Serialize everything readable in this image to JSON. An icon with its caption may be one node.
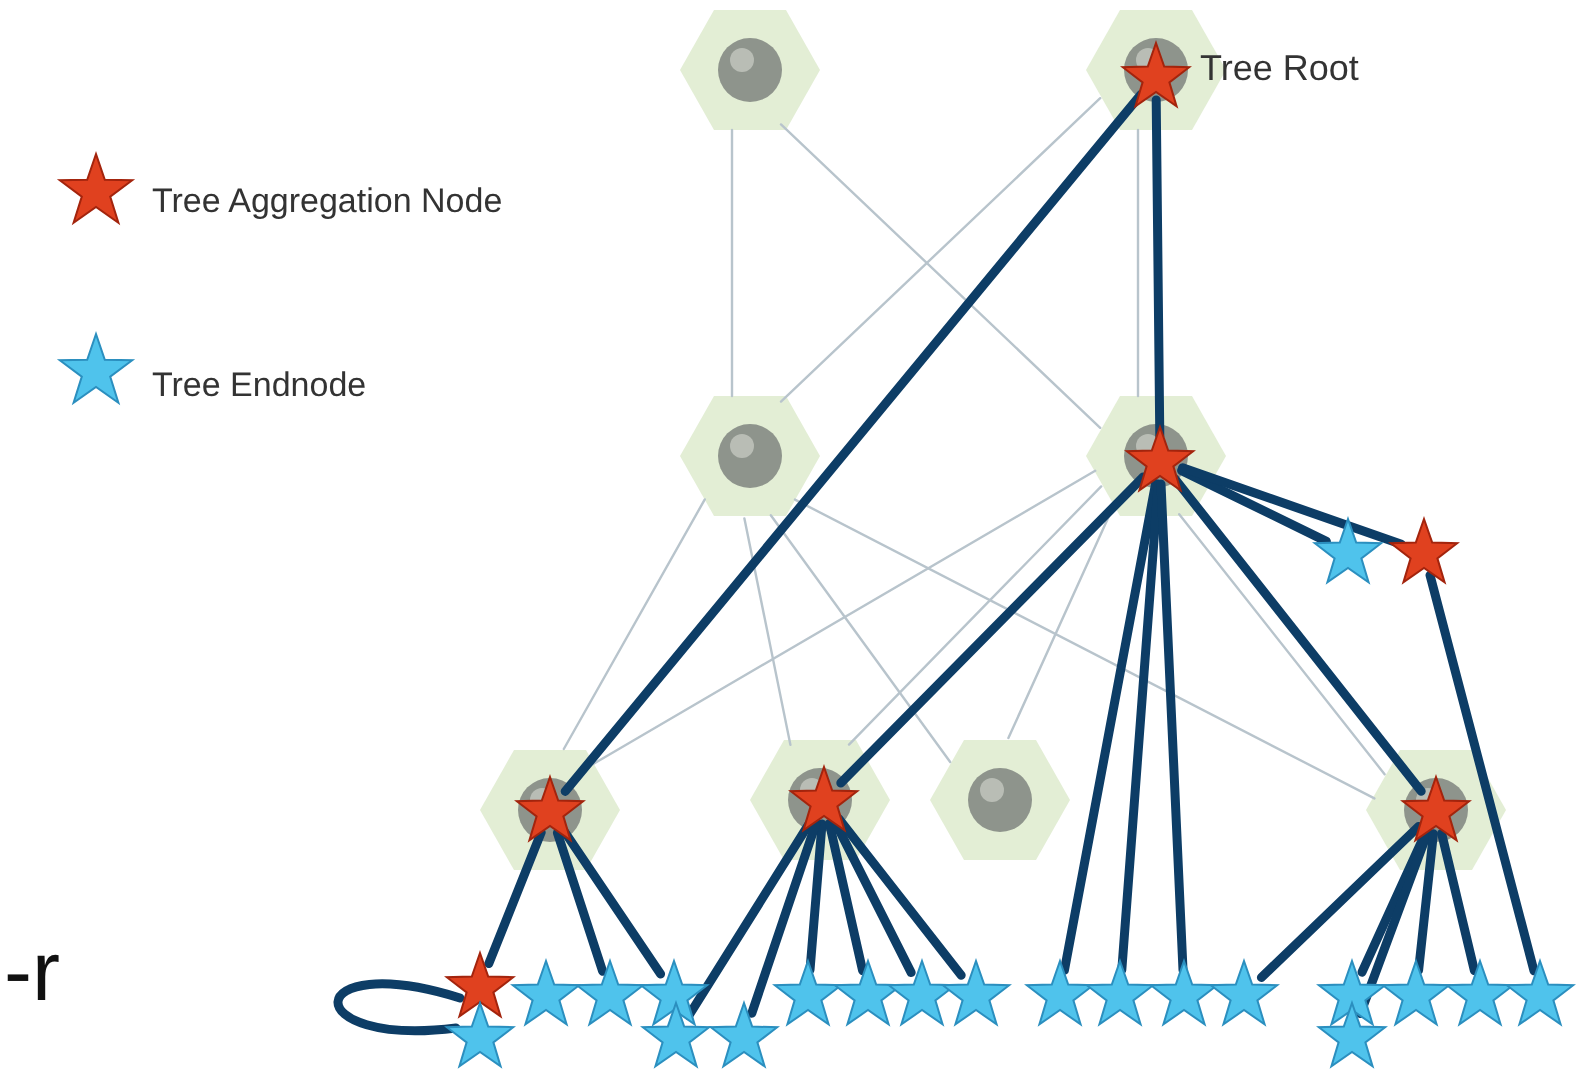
{
  "diagram": {
    "nodes": [
      {
        "text": [],
        "shape": "hexagon"
      },
      {
        "text": [],
        "shape": "hexagon"
      },
      {
        "text": [],
        "shape": "star",
        "in": 1,
        "beside": [
          "Tree Root"
        ]
      },
      {
        "text": [],
        "shape": "hexagon"
      },
      {
        "text": [],
        "shape": "hexagon"
      },
      {
        "text": [],
        "shape": "star",
        "in": 4
      },
      {
        "text": [],
        "shape": "star"
      },
      {
        "text": [],
        "shape": "star"
      },
      {
        "text": [],
        "shape": "hexagon"
      },
      {
        "text": [],
        "shape": "star",
        "in": 8
      },
      {
        "text": [],
        "shape": "hexagon"
      },
      {
        "text": [],
        "shape": "star",
        "in": 10
      },
      {
        "text": [],
        "shape": "hexagon"
      },
      {
        "text": [],
        "shape": "hexagon"
      },
      {
        "text": [],
        "shape": "star",
        "in": 13
      },
      {
        "text": [],
        "shape": "star"
      },
      {
        "text": [],
        "shape": "star"
      },
      {
        "text": [],
        "shape": "star"
      },
      {
        "text": [],
        "shape": "star"
      },
      {
        "text": [],
        "shape": "star"
      },
      {
        "text": [],
        "shape": "star"
      },
      {
        "text": [],
        "shape": "star"
      },
      {
        "text": [],
        "shape": "star"
      },
      {
        "text": [],
        "shape": "star"
      },
      {
        "text": [],
        "shape": "star"
      },
      {
        "text": [],
        "shape": "star"
      },
      {
        "text": [],
        "shape": "star"
      },
      {
        "text": [],
        "shape": "star"
      },
      {
        "text": [],
        "shape": "star"
      },
      {
        "text": [],
        "shape": "star"
      },
      {
        "text": [],
        "shape": "star"
      },
      {
        "text": [],
        "shape": "star"
      },
      {
        "text": [],
        "shape": "star"
      },
      {
        "text": [],
        "shape": "star"
      },
      {
        "text": [],
        "shape": "star"
      }
    ],
    "edges": [
      {
        "from": 0,
        "to": 3,
        "arrow": "none",
        "color": "#b8c4cc"
      },
      {
        "from": 0,
        "to": 4,
        "arrow": "none",
        "color": "#b8c4cc"
      },
      {
        "from": 1,
        "to": 3,
        "arrow": "none",
        "color": "#b8c4cc"
      },
      {
        "from": 1,
        "to": 4,
        "arrow": "none",
        "color": "#b8c4cc"
      },
      {
        "from": 3,
        "to": 8,
        "arrow": "none",
        "color": "#b8c4cc"
      },
      {
        "from": 3,
        "to": 10,
        "arrow": "none",
        "color": "#b8c4cc"
      },
      {
        "from": 3,
        "to": 12,
        "arrow": "none",
        "color": "#b8c4cc"
      },
      {
        "from": 3,
        "to": 13,
        "arrow": "none",
        "color": "#b8c4cc"
      },
      {
        "from": 4,
        "to": 8,
        "arrow": "none",
        "color": "#b8c4cc"
      },
      {
        "from": 4,
        "to": 10,
        "arrow": "none",
        "color": "#b8c4cc"
      },
      {
        "from": 4,
        "to": 12,
        "arrow": "none",
        "color": "#b8c4cc"
      },
      {
        "from": 4,
        "to": 13,
        "arrow": "none",
        "color": "#b8c4cc"
      },
      {
        "from": 2,
        "to": 9,
        "arrow": "none"
      },
      {
        "from": 2,
        "to": 5,
        "arrow": "none"
      },
      {
        "from": 5,
        "to": 11,
        "arrow": "none"
      },
      {
        "from": 5,
        "to": 26,
        "arrow": "none"
      },
      {
        "from": 5,
        "to": 27,
        "arrow": "none"
      },
      {
        "from": 5,
        "to": 28,
        "arrow": "none"
      },
      {
        "from": 5,
        "to": 14,
        "arrow": "none"
      },
      {
        "from": 5,
        "to": 6,
        "arrow": "none"
      },
      {
        "from": 5,
        "to": 7,
        "arrow": "none"
      },
      {
        "from": 7,
        "to": 34,
        "arrow": "none"
      },
      {
        "from": 14,
        "to": 29,
        "arrow": "none"
      },
      {
        "from": 14,
        "to": 30,
        "arrow": "none"
      },
      {
        "from": 14,
        "to": 31,
        "arrow": "none"
      },
      {
        "from": 14,
        "to": 32,
        "arrow": "none"
      },
      {
        "from": 14,
        "to": 33,
        "arrow": "none"
      },
      {
        "from": 11,
        "to": 20,
        "arrow": "none"
      },
      {
        "from": 11,
        "to": 21,
        "arrow": "none"
      },
      {
        "from": 11,
        "to": 22,
        "arrow": "none"
      },
      {
        "from": 11,
        "to": 23,
        "arrow": "none"
      },
      {
        "from": 11,
        "to": 24,
        "arrow": "none"
      },
      {
        "from": 11,
        "to": 25,
        "arrow": "none"
      },
      {
        "from": 9,
        "to": 15,
        "arrow": "none"
      },
      {
        "from": 9,
        "to": 18,
        "arrow": "none"
      },
      {
        "from": 9,
        "to": 19,
        "arrow": "none"
      },
      {
        "from": 15,
        "to": 16,
        "arrow": "none"
      }
    ],
    "labels": [
      "-r"
    ],
    "legend": [
      {
        "text": "Tree Aggregation Node"
      },
      {
        "text": "Tree Endnode"
      }
    ]
  }
}
